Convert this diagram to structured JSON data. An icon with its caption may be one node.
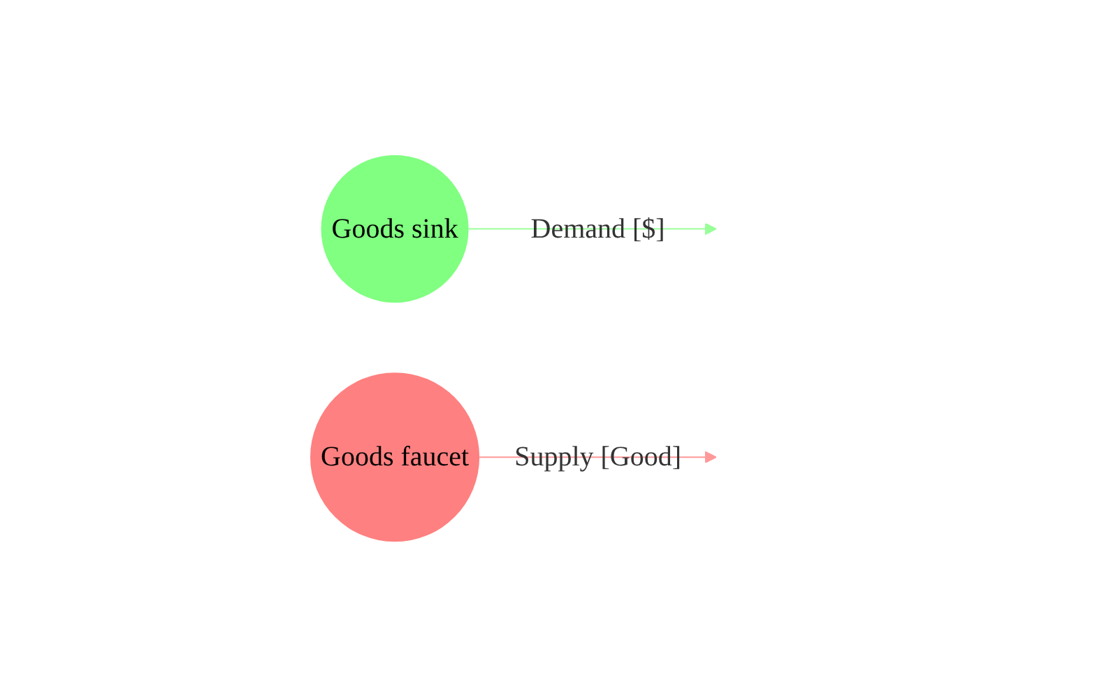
{
  "diagram": {
    "nodes": [
      {
        "text": [
          "Goods sink"
        ]
      },
      {
        "text": [
          "Goods faucet"
        ]
      }
    ],
    "edges": [
      {
        "from": 0,
        "to": null,
        "arrow": "to",
        "label": "Demand [$]",
        "color": "#99ff99"
      },
      {
        "from": 1,
        "to": null,
        "arrow": "to",
        "label": "Supply [Good]",
        "color": "#ff9999"
      }
    ]
  }
}
